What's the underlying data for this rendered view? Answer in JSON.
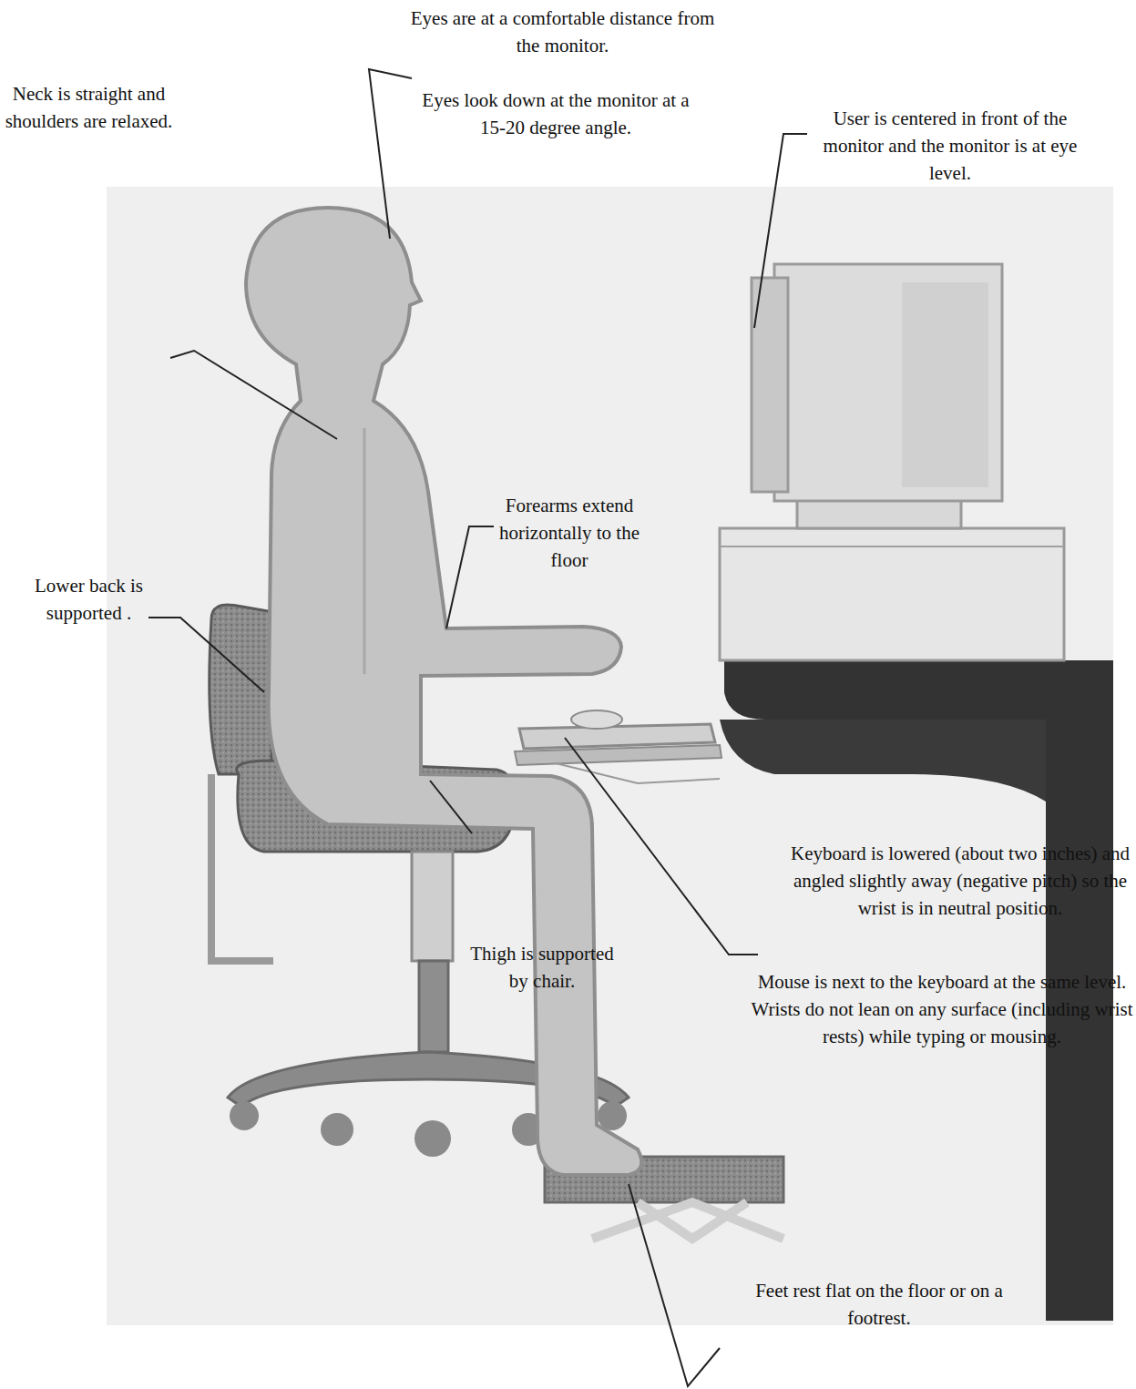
{
  "diagram": {
    "labels": [
      "Eyes are at a comfortable distance from the monitor.",
      "Eyes look down at the monitor at a 15-20 degree angle.",
      "User is centered in front of the monitor and the monitor is at eye level.",
      "Neck is straight and shoulders are relaxed.",
      "Forearms extend horizontally to the floor",
      "Lower back is supported .",
      "Keyboard is lowered (about two inches) and angled slightly away (negative pitch) so the wrist is in neutral position.",
      "Thigh is supported by chair.",
      "Mouse is next to the keyboard at the same level. Wrists do not lean on any surface (including wrist rests) while typing or mousing.",
      "Feet rest flat on the floor or on a footrest."
    ]
  }
}
